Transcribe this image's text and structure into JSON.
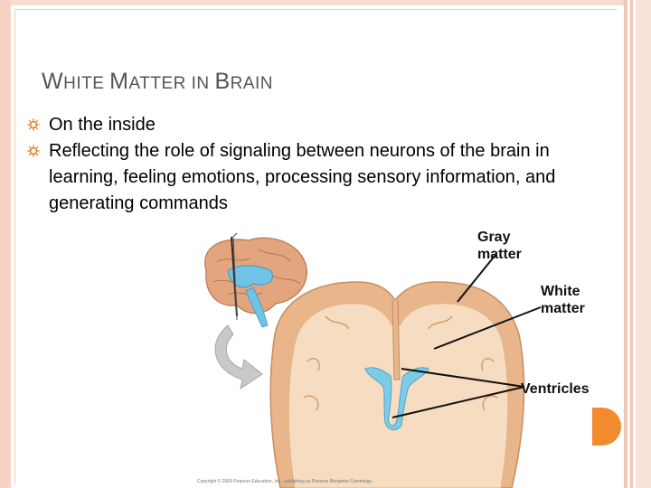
{
  "slide": {
    "title_prefix_1": "W",
    "title_rest_1": "HITE ",
    "title_prefix_2": "M",
    "title_rest_2": "ATTER ",
    "title_small": "IN ",
    "title_prefix_3": "B",
    "title_rest_3": "RAIN",
    "bullets": [
      "On the inside",
      "Reflecting the role of signaling between neurons of the brain in learning, feeling emotions, processing sensory information, and generating commands"
    ]
  },
  "figure": {
    "labels": {
      "gray_matter": "Gray matter",
      "white_matter": "White matter",
      "ventricles": "Ventricles"
    },
    "copyright": "Copyright © 2009 Pearson Education, Inc., publishing as Pearson Benjamin Cummings."
  },
  "colors": {
    "accent": "#f28b2e",
    "frame": "#f6d3c4",
    "gray_matter": "#e8b68a",
    "white_matter": "#f7e0c6",
    "ventricle": "#7ecbe6"
  }
}
